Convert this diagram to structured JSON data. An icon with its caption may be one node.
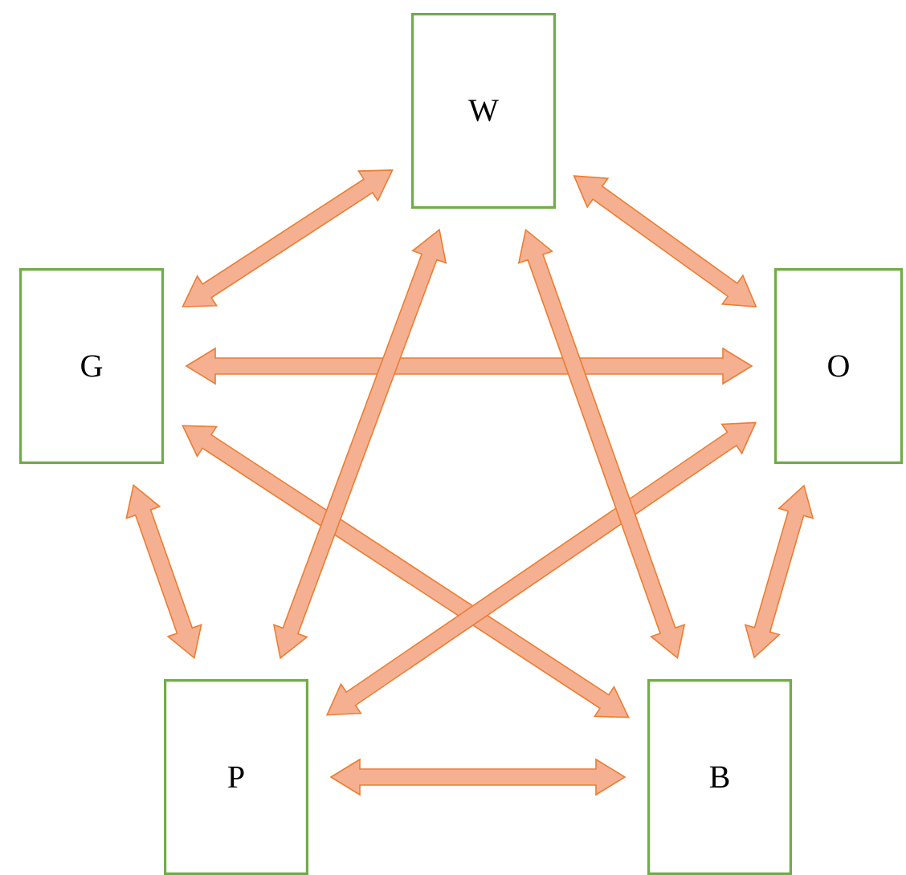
{
  "diagram": {
    "nodes": [
      {
        "text": [
          "W"
        ]
      },
      {
        "text": [
          "G"
        ]
      },
      {
        "text": [
          "O"
        ]
      },
      {
        "text": [
          "P"
        ]
      },
      {
        "text": [
          "B"
        ]
      }
    ],
    "edges": [
      {
        "from": 0,
        "to": 1,
        "arrow": "both"
      },
      {
        "from": 0,
        "to": 2,
        "arrow": "both"
      },
      {
        "from": 1,
        "to": 2,
        "arrow": "both"
      },
      {
        "from": 1,
        "to": 4,
        "arrow": "both"
      },
      {
        "from": 2,
        "to": 3,
        "arrow": "both"
      },
      {
        "from": 0,
        "to": 3,
        "arrow": "both"
      },
      {
        "from": 0,
        "to": 4,
        "arrow": "both"
      },
      {
        "from": 1,
        "to": 3,
        "arrow": "both"
      },
      {
        "from": 2,
        "to": 4,
        "arrow": "both"
      },
      {
        "from": 3,
        "to": 4,
        "arrow": "both"
      }
    ]
  }
}
